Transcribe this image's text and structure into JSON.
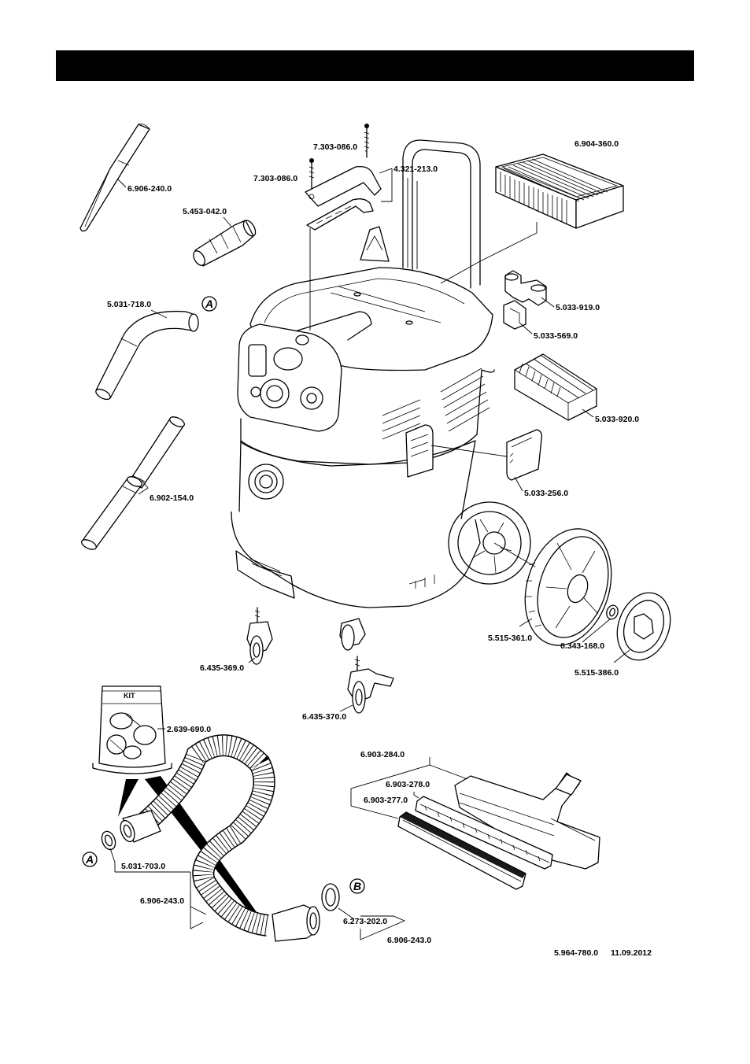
{
  "header": {
    "text": "",
    "color": "#000000"
  },
  "labels": {
    "crevice_nozzle": "6.906-240.0",
    "adapter": "5.453-042.0",
    "screw_a": "7.303-086.0",
    "screw_b": "7.303-086.0",
    "handle": "4.321-213.0",
    "flat_filter": "6.904-360.0",
    "clip_a": "5.033-919.0",
    "clip_b": "5.033-569.0",
    "holder": "5.033-920.0",
    "cover": "5.033-256.0",
    "elbow": "5.031-718.0",
    "tube": "6.902-154.0",
    "wheel": "5.515-361.0",
    "lock_washer": "6.343-168.0",
    "hub_cap": "5.515-386.0",
    "caster_a": "6.435-369.0",
    "caster_b": "6.435-370.0",
    "kit": "2.639-690.0",
    "kit_bag": "KIT",
    "floor_nozzle": "6.903-284.0",
    "strip_a": "6.903-278.0",
    "strip_b": "6.903-277.0",
    "hose_connector": "5.031-703.0",
    "hose": "6.906-243.0",
    "seal_ring": "6.273-202.0",
    "hose_b": "6.906-243.0",
    "mark_a1": "A",
    "mark_a2": "A",
    "mark_b": "B"
  },
  "footer": {
    "doc_number": "5.964-780.0",
    "date": "11.09.2012"
  }
}
